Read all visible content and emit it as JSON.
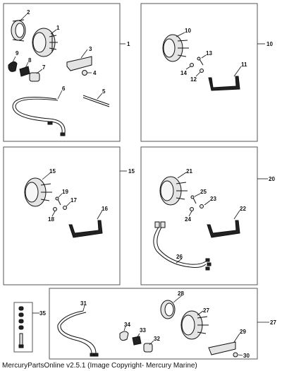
{
  "callouts": {
    "p1": [
      "1",
      "2",
      "3",
      "4",
      "5",
      "6",
      "7",
      "8",
      "9"
    ],
    "p2": [
      "10",
      "11",
      "12",
      "13",
      "14"
    ],
    "p3": [
      "15",
      "16",
      "17",
      "18",
      "19"
    ],
    "p4": [
      "20",
      "21",
      "22",
      "23",
      "24",
      "25",
      "26"
    ],
    "p5": [
      "27",
      "28",
      "29",
      "30",
      "31",
      "32",
      "33",
      "34",
      "35"
    ]
  },
  "panel_labels": {
    "p1": "1",
    "p2": "10",
    "p3": "15",
    "p4": "20",
    "p5": "27"
  },
  "caption": "MercuryPartsOnline v2.5.1 (Image Copyright- Mercury Marine)"
}
